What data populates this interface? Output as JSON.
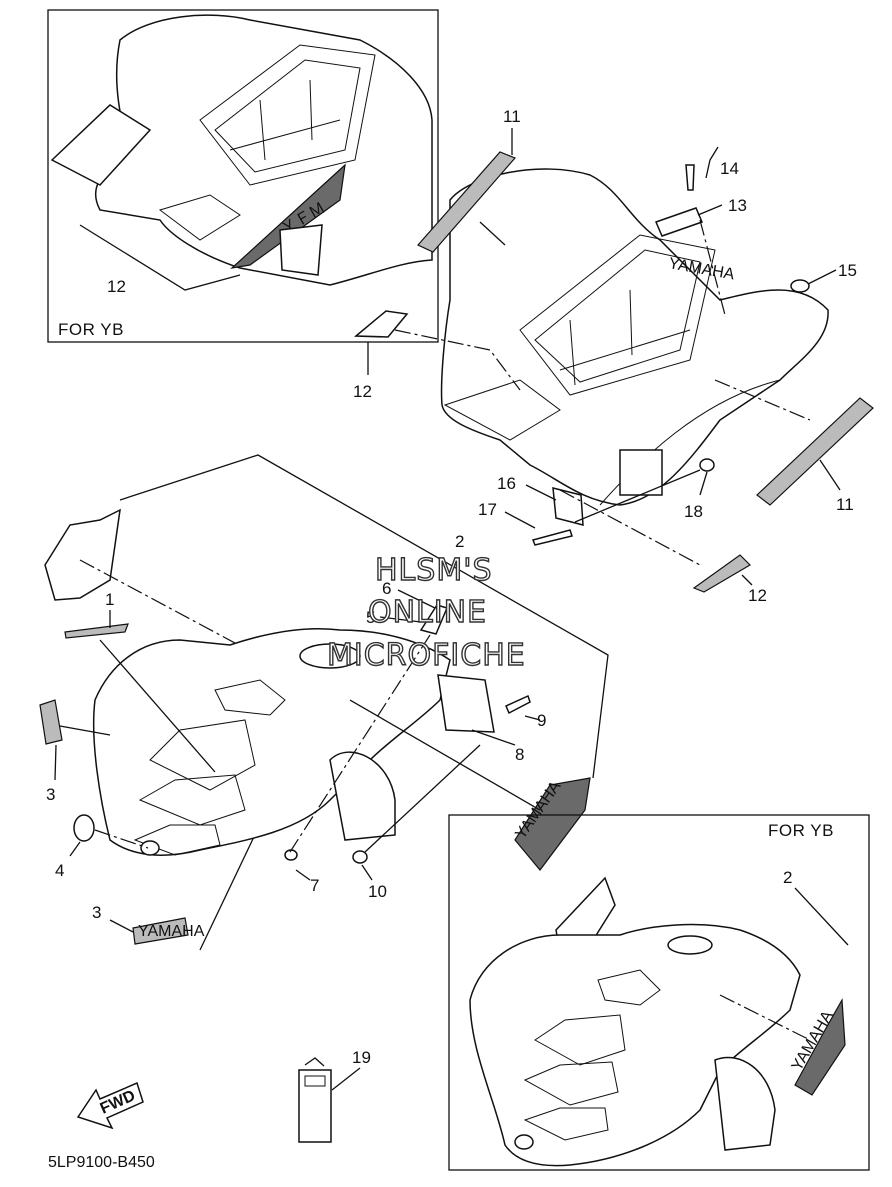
{
  "inset_top": {
    "label": "FOR YB",
    "part": "12"
  },
  "inset_bottom": {
    "label": "FOR YB",
    "part": "2"
  },
  "watermark": [
    "HLSM'S",
    "ONLINE",
    "MICROFICHE"
  ],
  "diagram_code": "5LP9100-B450",
  "fwd_label": "FWD",
  "callouts": {
    "c1": "1",
    "c2": "2",
    "c3a": "3",
    "c3b": "3",
    "c4": "4",
    "c5": "5",
    "c6": "6",
    "c7": "7",
    "c8": "8",
    "c9": "9",
    "c10": "10",
    "c11a": "11",
    "c11b": "11",
    "c12a": "12",
    "c12b": "12",
    "c13": "13",
    "c14": "14",
    "c15": "15",
    "c16": "16",
    "c17": "17",
    "c18": "18",
    "c19": "19"
  },
  "decal_text": {
    "yamaha_side": "YAMAHA",
    "yamaha_small": "YAMAHA"
  }
}
